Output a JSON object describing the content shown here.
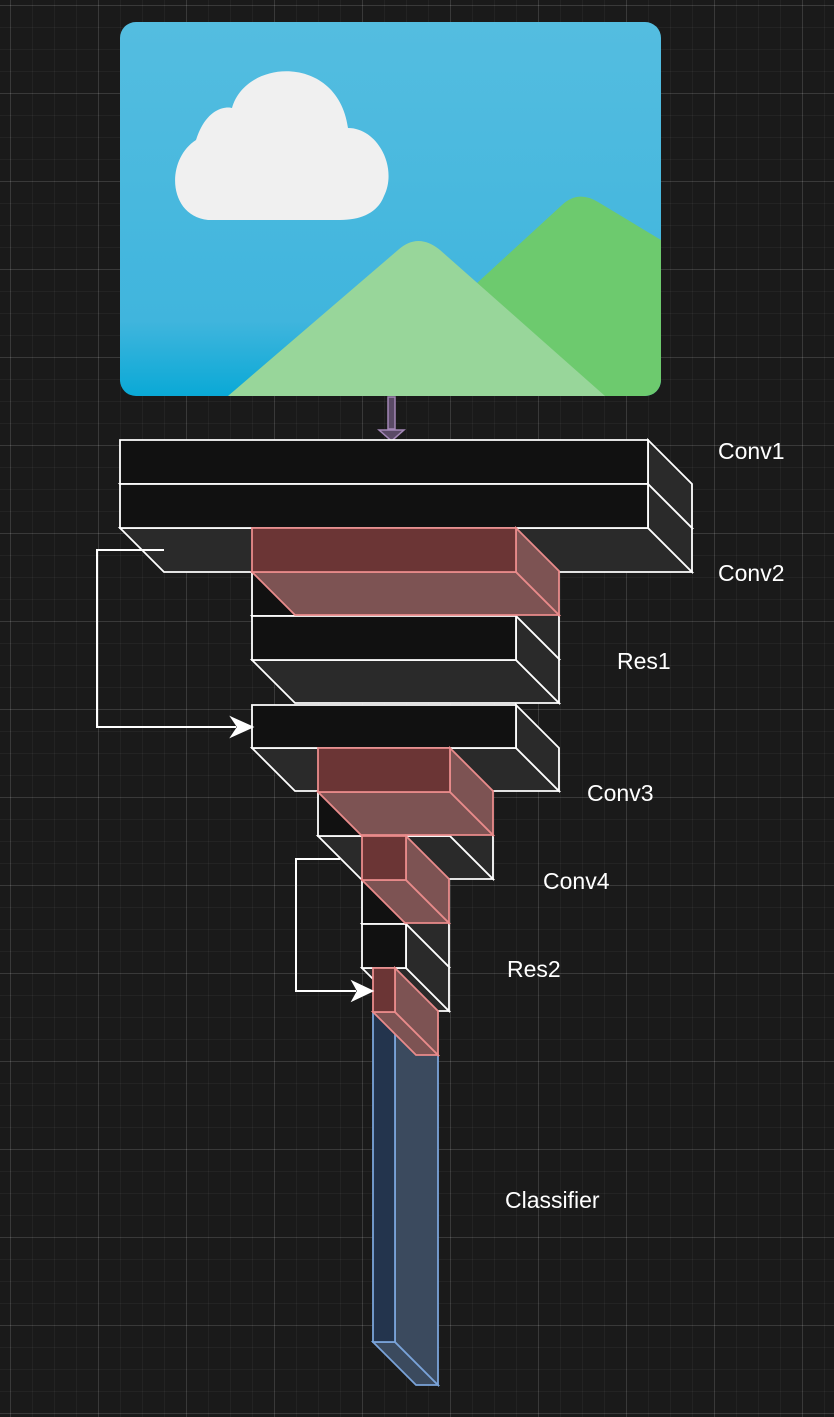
{
  "diagram": {
    "labels": {
      "conv1": "Conv1",
      "conv2": "Conv2",
      "res1": "Res1",
      "conv3": "Conv3",
      "conv4": "Conv4",
      "res2": "Res2",
      "classifier": "Classifier"
    },
    "input_image_icon": "landscape-image-icon",
    "colors": {
      "background": "#1a1a1a",
      "block_front": "#111111",
      "block_side": "#2a2a2a",
      "block_stroke": "#ffffff",
      "highlight_front": "#6b3535",
      "highlight_side": "#7d5353",
      "highlight_stroke": "#e98b8b",
      "classifier_front": "#23344d",
      "classifier_side": "#3b4a5e",
      "classifier_stroke": "#7aa3d9",
      "arrow_input": "#a286b5",
      "sky_top": "#54bde0",
      "sky_bottom": "#0aa9d6",
      "mountain_back": "#6dca6e",
      "mountain_front": "#98d69a",
      "cloud": "#f0f0f0"
    }
  }
}
